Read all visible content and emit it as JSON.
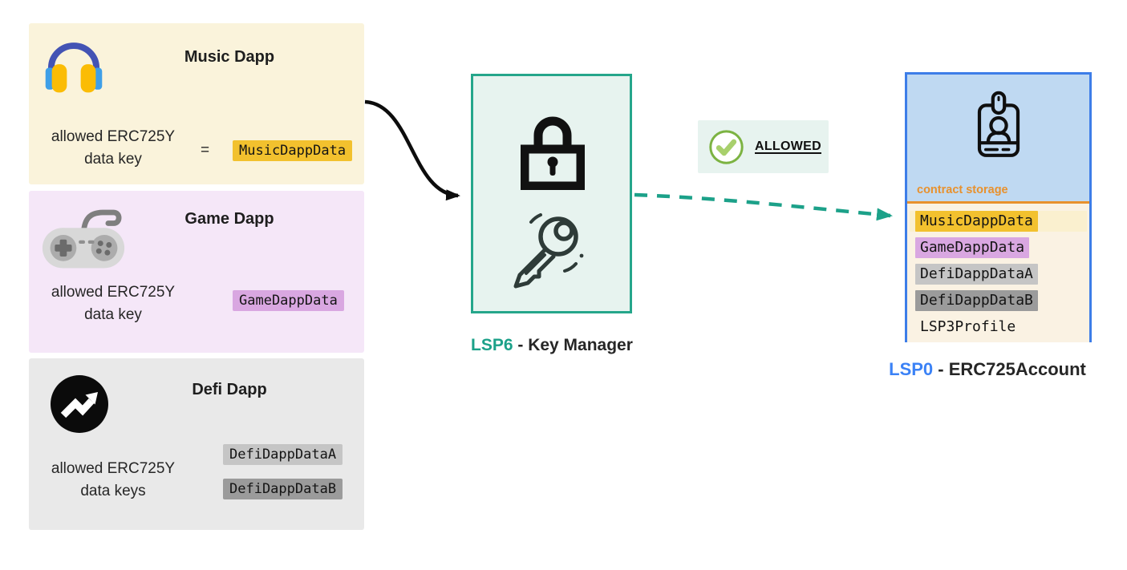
{
  "colors": {
    "teal": "#1CA189",
    "blue": "#3B82F6",
    "orange": "#E8912D",
    "black_arrow": "#0d0d0d",
    "music_bg": "#FAF3DB",
    "music_chip": "#F2C12E",
    "game_bg": "#F5E7F8",
    "game_chip": "#D9A7E1",
    "defi_bg": "#E9E9E9",
    "defi_chip_a": "#C5C5C5",
    "defi_chip_b": "#9B9B9B",
    "km_bg": "#E7F3EF",
    "km_border": "#25A68B",
    "badge_bg": "#E7F3EF",
    "check_ring": "#7CB342",
    "check_mark": "#A8D06C",
    "account_border": "#3D7DE8",
    "account_top_bg": "#BFD9F2",
    "account_bottom_bg": "#FAF2E3",
    "account_row_band": "#FAF0CF"
  },
  "dapps": {
    "music": {
      "title": "Music Dapp",
      "caption_line1": "allowed ERC725Y",
      "caption_line2": "data key",
      "equals": "=",
      "key": "MusicDappData"
    },
    "game": {
      "title": "Game Dapp",
      "caption_line1": "allowed ERC725Y",
      "caption_line2": "data key",
      "key": "GameDappData"
    },
    "defi": {
      "title": "Defi Dapp",
      "caption_line1": "allowed ERC725Y",
      "caption_line2": "data keys",
      "key_a": "DefiDappDataA",
      "key_b": "DefiDappDataB"
    }
  },
  "key_manager": {
    "name": "LSP6",
    "suffix": " - Key Manager"
  },
  "badge": {
    "label": "ALLOWED"
  },
  "account": {
    "name": "LSP0",
    "suffix": " - ERC725Account",
    "storage_label": "contract storage",
    "rows": [
      {
        "text": "MusicDappData",
        "chip": "#F2C12E",
        "band": "#FAF0CF"
      },
      {
        "text": "GameDappData",
        "chip": "#D9A7E1",
        "band": ""
      },
      {
        "text": "DefiDappDataA",
        "chip": "#C5C5C5",
        "band": ""
      },
      {
        "text": "DefiDappDataB",
        "chip": "#9B9B9B",
        "band": ""
      },
      {
        "text": "LSP3Profile",
        "chip": "",
        "band": ""
      }
    ]
  }
}
